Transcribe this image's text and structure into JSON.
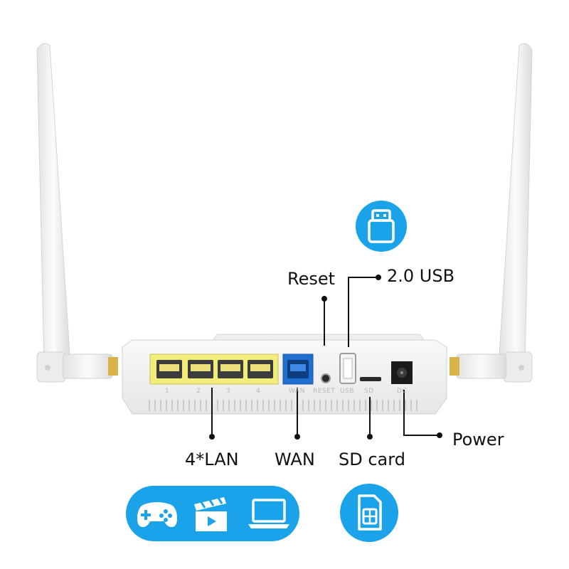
{
  "labels": {
    "reset": "Reset",
    "usb": "2.0 USB",
    "power": "Power",
    "lan": "4*LAN",
    "wan": "WAN",
    "sd": "SD card"
  },
  "port_markings": {
    "lan": [
      "1",
      "2",
      "3",
      "4"
    ],
    "wan": "WAN",
    "reset": "RESET",
    "usb": "USB",
    "sd": "SD",
    "dc": "DC"
  },
  "colors": {
    "accent": "#1aa3e8",
    "lan_port": "#f2ec7a",
    "wan_port": "#1f6fd1",
    "device": "#f3f3f3"
  },
  "icons": {
    "usb_badge": "usb-drive-icon",
    "sim_badge": "sim-card-icon",
    "features": [
      "gamepad-icon",
      "clapperboard-icon",
      "laptop-icon"
    ]
  }
}
